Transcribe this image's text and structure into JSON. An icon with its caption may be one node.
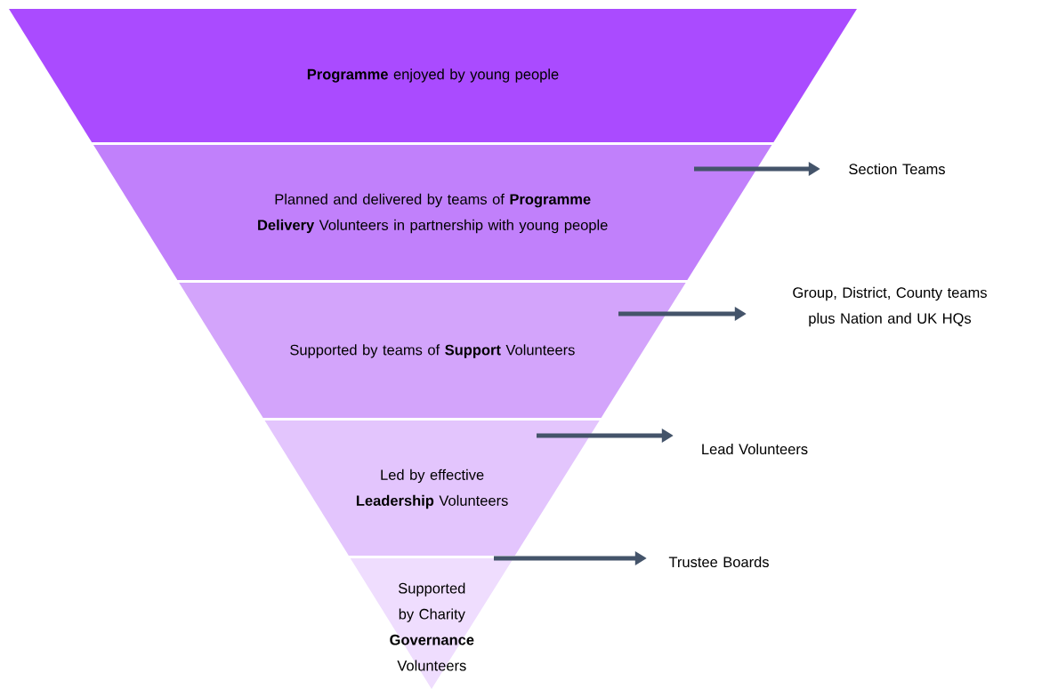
{
  "diagram": {
    "nodes": [
      {
        "text": [
          "**Programme** enjoyed by young people"
        ]
      },
      {
        "text": [
          "Planned and delivered by teams of **Programme Delivery** Volunteers in partnership with young people"
        ]
      },
      {
        "text": [
          "Supported by teams of **Support** Volunteers"
        ]
      },
      {
        "text": [
          "Led by effective **Leadership** Volunteers"
        ]
      },
      {
        "text": [
          "Supported by Charity **Governance** Volunteers"
        ]
      },
      {
        "text": [
          "Section Teams"
        ]
      },
      {
        "text": [
          "Group, District, County teams plus Nation and UK HQs"
        ]
      },
      {
        "text": [
          "Lead Volunteers"
        ]
      },
      {
        "text": [
          "Trustee Boards"
        ]
      }
    ],
    "edges": [
      {
        "from": 1,
        "to": 5,
        "arrow": "to"
      },
      {
        "from": 2,
        "to": 6,
        "arrow": "to"
      },
      {
        "from": 3,
        "to": 7,
        "arrow": "to"
      },
      {
        "from": 4,
        "to": 8,
        "arrow": "to"
      }
    ]
  }
}
